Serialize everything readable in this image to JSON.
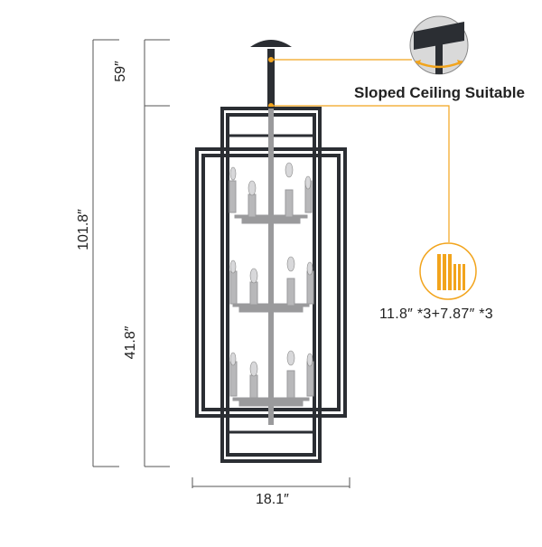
{
  "dimensions": {
    "top_height": "59″",
    "overall_height": "101.8″",
    "body_height": "41.8″",
    "width": "18.1″"
  },
  "features": {
    "sloped_ceiling": "Sloped Ceiling Suitable",
    "bulb_spec": "11.8″ *3+7.87″ *3"
  },
  "colors": {
    "frame": "#2b2e33",
    "metal": "#9a9a9c",
    "accent": "#f2a41c",
    "dim_line": "#555555"
  },
  "icons": [
    "sloped-ceiling-icon",
    "bulb-height-icon"
  ]
}
